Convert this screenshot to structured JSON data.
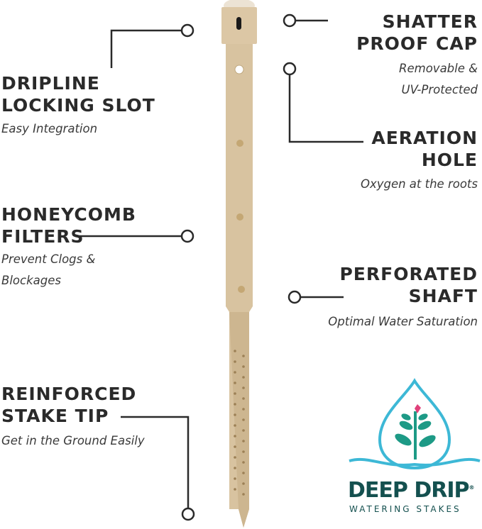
{
  "callouts": [
    {
      "title1": "DRIPLINE",
      "title2": "LOCKING SLOT",
      "sub1": "Easy Integration"
    },
    {
      "title1": "SHATTER",
      "title2": "PROOF CAP",
      "sub1": "Removable &",
      "sub2": "UV-Protected"
    },
    {
      "title1": "AERATION",
      "title2": "HOLE",
      "sub1": "Oxygen at the roots"
    },
    {
      "title1": "HONEYCOMB",
      "title2": "FILTERS",
      "sub1": "Prevent Clogs &",
      "sub2": "Blockages"
    },
    {
      "title1": "PERFORATED",
      "title2": "SHAFT",
      "sub1": "Optimal Water Saturation"
    },
    {
      "title1": "REINFORCED",
      "title2": "STAKE TIP",
      "sub1": "Get in the Ground Easily"
    }
  ],
  "logo": {
    "brand": "DEEP DRIP",
    "tagline": "WATERING STAKES",
    "registered": "®"
  },
  "colors": {
    "stake": "#d8c3a0",
    "text": "#2a2a2a",
    "logo_blue": "#3db8d6",
    "logo_green": "#1d9a86",
    "logo_dark": "#14504f",
    "logo_pink": "#e0407a"
  }
}
